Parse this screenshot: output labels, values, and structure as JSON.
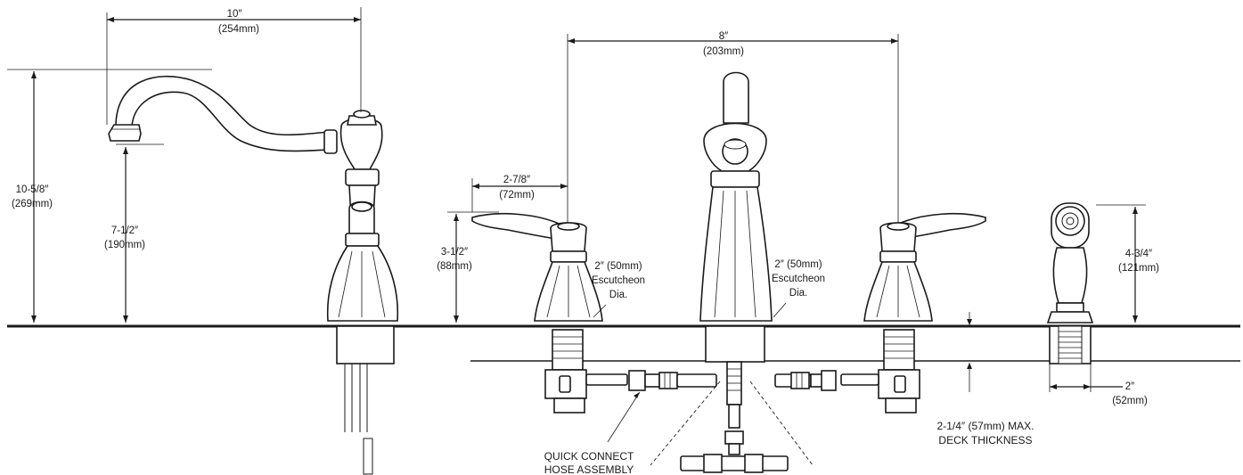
{
  "dimensions": {
    "spout_reach": {
      "line1": "10″",
      "line2": "(254mm)"
    },
    "overall_height": {
      "line1": "10-5/8″",
      "line2": "(269mm)"
    },
    "spout_height": {
      "line1": "7-1/2″",
      "line2": "(190mm)"
    },
    "center_spacing": {
      "line1": "8″",
      "line2": "(203mm)"
    },
    "handle_reach": {
      "line1": "2-7/8″",
      "line2": "(72mm)"
    },
    "handle_height": {
      "line1": "3-1/2″",
      "line2": "(88mm)"
    },
    "escutcheon_left": {
      "line1": "2″ (50mm)",
      "line2": "Escutcheon",
      "line3": "Dia."
    },
    "escutcheon_center": {
      "line1": "2″ (50mm)",
      "line2": "Escutcheon",
      "line3": "Dia."
    },
    "spray_height": {
      "line1": "4-3/4″",
      "line2": "(121mm)"
    },
    "spray_base": {
      "line1": "2″",
      "line2": "(52mm)"
    }
  },
  "notes": {
    "quick_connect": {
      "line1": "QUICK CONNECT",
      "line2": "HOSE ASSEMBLY"
    },
    "deck_thickness": {
      "line1": "2-1/4″ (57mm) MAX.",
      "line2": "DECK THICKNESS"
    }
  }
}
